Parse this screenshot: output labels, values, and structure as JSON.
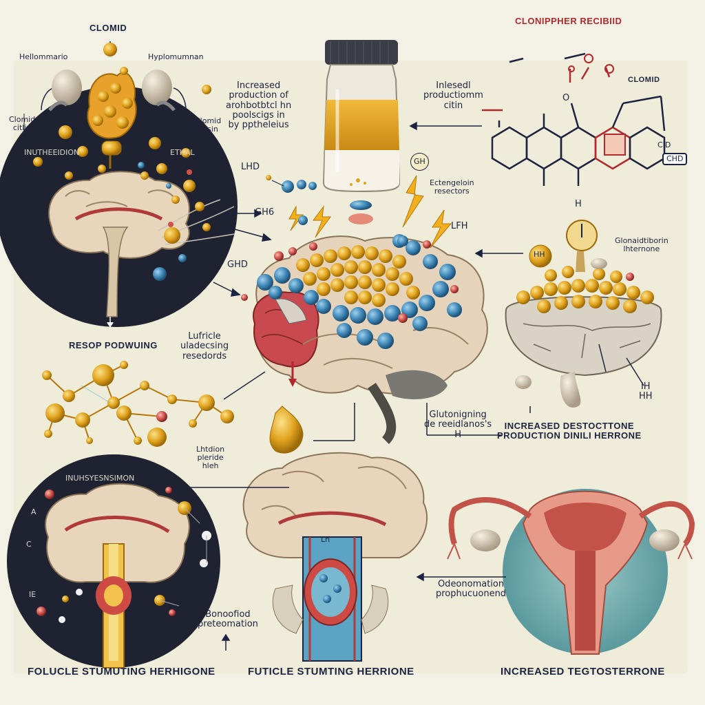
{
  "labels": {
    "clomid_top": "CLOMID",
    "hellommario": "Hellommario",
    "hypotonum": "Hyplomumnan",
    "clomid_citlin": "Clomid\ncitlin",
    "clomid_ensin": "Clomid\nensin",
    "hypothalamus_caption": "INUTHEEIDION",
    "epithal": "ETHAL",
    "increased_production": "Increased\nproduction of\narohbotbtcl hn\npoolscigs in\nby pptheleius",
    "chem_title": "CLONIPPHER RECIBIID",
    "chem_clomid": "CLOMID",
    "chem_oh": "O",
    "chem_h": "H",
    "chem_cid": "CID",
    "chem_gh_box": "CHD",
    "increased_prod_citin": "Inlesedl\nproductiomm\ncitin",
    "gh_badge": "GH",
    "lhd": "LHD",
    "extension_receptors": "Ectengeloin\nresectors",
    "gh6": "GH6",
    "lfh": "LFH",
    "ghd": "GHD",
    "gonadotropin": "Glonaidtiborin\nlhternone",
    "hh_bulb": "HH",
    "resop": "RESOP PODWUING",
    "lutfricle": "Lufricle\nuladecsing\nresedords",
    "hh_right": "IH\nHH",
    "gluhonigning": "Glutonigning\nde reeidlanos's\nH",
    "increased_destoctone": "INCREASED DESTOCTTONE\nPRODUCTION DINILI HERRONE",
    "lhtdion": "Lhtdion\npleride\nhleh",
    "hunsy": "INUHSYESNSIMON",
    "bonoofiod": "Bonoofiod\npreteomation",
    "odeonomation": "Odeonomation\nprophucuonend",
    "bottom_left": "FOLUCLE STUMUTING HERHIGONE",
    "bottom_mid": "FUTICLE STUMTING HERRIONE",
    "bottom_right": "INCREASED TEGTOSTERRONE",
    "lh_small": "Lh",
    "side_a": "A",
    "side_c": "C",
    "side_ie": "IE"
  },
  "colors": {
    "background": "#f3f1e6",
    "dark_panel": "#1f2230",
    "hormone_gold": "#e0a21c",
    "receptor_blue": "#3d86b6",
    "tissue_red": "#c8494f",
    "brain_tan": "#e9dac4",
    "uterus_pink": "#e79a88",
    "teal_panel": "#5fa3a8",
    "ink": "#1c2340"
  }
}
